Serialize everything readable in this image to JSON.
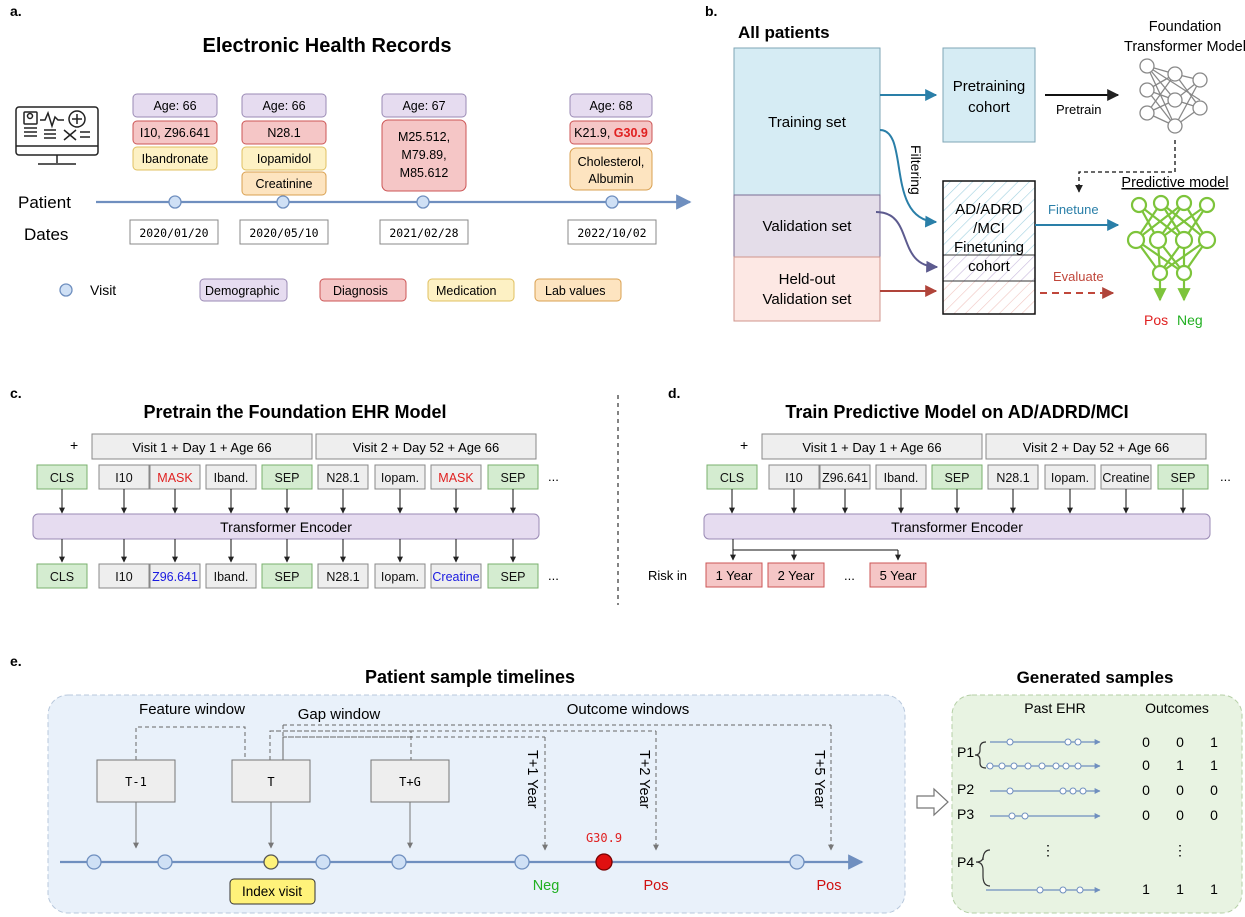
{
  "panel_a": {
    "letter": "a.",
    "title": "Electronic Health Records",
    "row_patient": "Patient",
    "row_dates": "Dates",
    "visits": [
      {
        "age": "Age: 66",
        "diag": "I10, Z96.641",
        "med": "Ibandronate",
        "lab": "",
        "date": "2020/01/20"
      },
      {
        "age": "Age: 66",
        "diag": "N28.1",
        "med": "Iopamidol",
        "lab": "Creatinine",
        "date": "2020/05/10"
      },
      {
        "age": "Age: 67",
        "diag_lines": [
          "M25.512,",
          "M79.89,",
          "M85.612"
        ],
        "date": "2021/02/28"
      },
      {
        "age": "Age: 68",
        "diag_a": "K21.9, ",
        "diag_b": "G30.9",
        "lab_lines": [
          "Cholesterol,",
          "Albumin"
        ],
        "date": "2022/10/02"
      }
    ],
    "legend": {
      "visit": "Visit",
      "demographic": "Demographic",
      "diagnosis": "Diagnosis",
      "medication": "Medication",
      "lab": "Lab values"
    }
  },
  "panel_b": {
    "letter": "b.",
    "all_patients": "All patients",
    "training": "Training set",
    "validation": "Validation set",
    "heldout_1": "Held-out",
    "heldout_2": "Validation set",
    "pretrain_cohort_1": "Pretraining",
    "pretrain_cohort_2": "cohort",
    "finetune_cohort": [
      "AD/ADRD",
      "/MCI",
      "Finetuning",
      "cohort"
    ],
    "filtering": "Filtering",
    "foundation_1": "Foundation",
    "foundation_2": "Transformer Model",
    "pretrain": "Pretrain",
    "predictive": "Predictive model",
    "finetune": "Finetune",
    "evaluate": "Evaluate",
    "pos": "Pos",
    "neg": "Neg"
  },
  "panel_c": {
    "letter": "c.",
    "title": "Pretrain the Foundation EHR Model",
    "plus": "+",
    "visit1": "Visit 1 + Day 1 + Age 66",
    "visit2": "Visit 2 + Day 52 + Age 66",
    "tokens_in": [
      "CLS",
      "I10",
      "MASK",
      "Iband.",
      "SEP",
      "N28.1",
      "Iopam.",
      "MASK",
      "SEP"
    ],
    "tokens_out": [
      "CLS",
      "I10",
      "Z96.641",
      "Iband.",
      "SEP",
      "N28.1",
      "Iopam.",
      "Creatine",
      "SEP"
    ],
    "encoder": "Transformer Encoder",
    "ellipsis": "..."
  },
  "panel_d": {
    "letter": "d.",
    "title": "Train Predictive Model on AD/ADRD/MCI",
    "plus": "+",
    "visit1": "Visit 1 + Day 1 + Age 66",
    "visit2": "Visit 2 + Day 52 + Age 66",
    "tokens_in": [
      "CLS",
      "I10",
      "Z96.641",
      "Iband.",
      "SEP",
      "N28.1",
      "Iopam.",
      "Creatine",
      "SEP"
    ],
    "encoder": "Transformer Encoder",
    "risk_label": "Risk in",
    "risks": [
      "1 Year",
      "2 Year",
      "5 Year"
    ],
    "ellipsis": "..."
  },
  "panel_e": {
    "letter": "e.",
    "title": "Patient sample timelines",
    "feature_window": "Feature window",
    "gap_window": "Gap window",
    "outcome_windows": "Outcome windows",
    "boxes": [
      "T-1",
      "T",
      "T+G"
    ],
    "years": [
      "T+1 Year",
      "T+2 Year",
      "T+5 Year"
    ],
    "code": "G30.9",
    "index_visit": "Index visit",
    "neg": "Neg",
    "pos": "Pos",
    "gen_title": "Generated samples",
    "past_ehr": "Past EHR",
    "outcomes": "Outcomes",
    "patients": [
      {
        "id": "P1",
        "rows": [
          [
            "0",
            "0",
            "1"
          ],
          [
            "0",
            "1",
            "1"
          ]
        ]
      },
      {
        "id": "P2",
        "rows": [
          [
            "0",
            "0",
            "0"
          ]
        ]
      },
      {
        "id": "P3",
        "rows": [
          [
            "0",
            "0",
            "0"
          ]
        ]
      },
      {
        "id": "P4",
        "rows": [
          [
            "1",
            "1",
            "1"
          ]
        ]
      }
    ],
    "vdots": "⋮"
  },
  "colors": {
    "demographic": "#e6dcf0",
    "diagnosis": "#f5c6c6",
    "medication": "#fdf1c4",
    "lab": "#fde4c0",
    "cls": "#d4ecd0",
    "grey": "#eeeeee",
    "timeline": "#6f8fbf",
    "visit": "#cfe0f5",
    "teal": "#2a7fa8",
    "red": "#e02020",
    "blue": "#1a1ae0",
    "green": "#22b022",
    "pred_green": "#7dc43b"
  }
}
